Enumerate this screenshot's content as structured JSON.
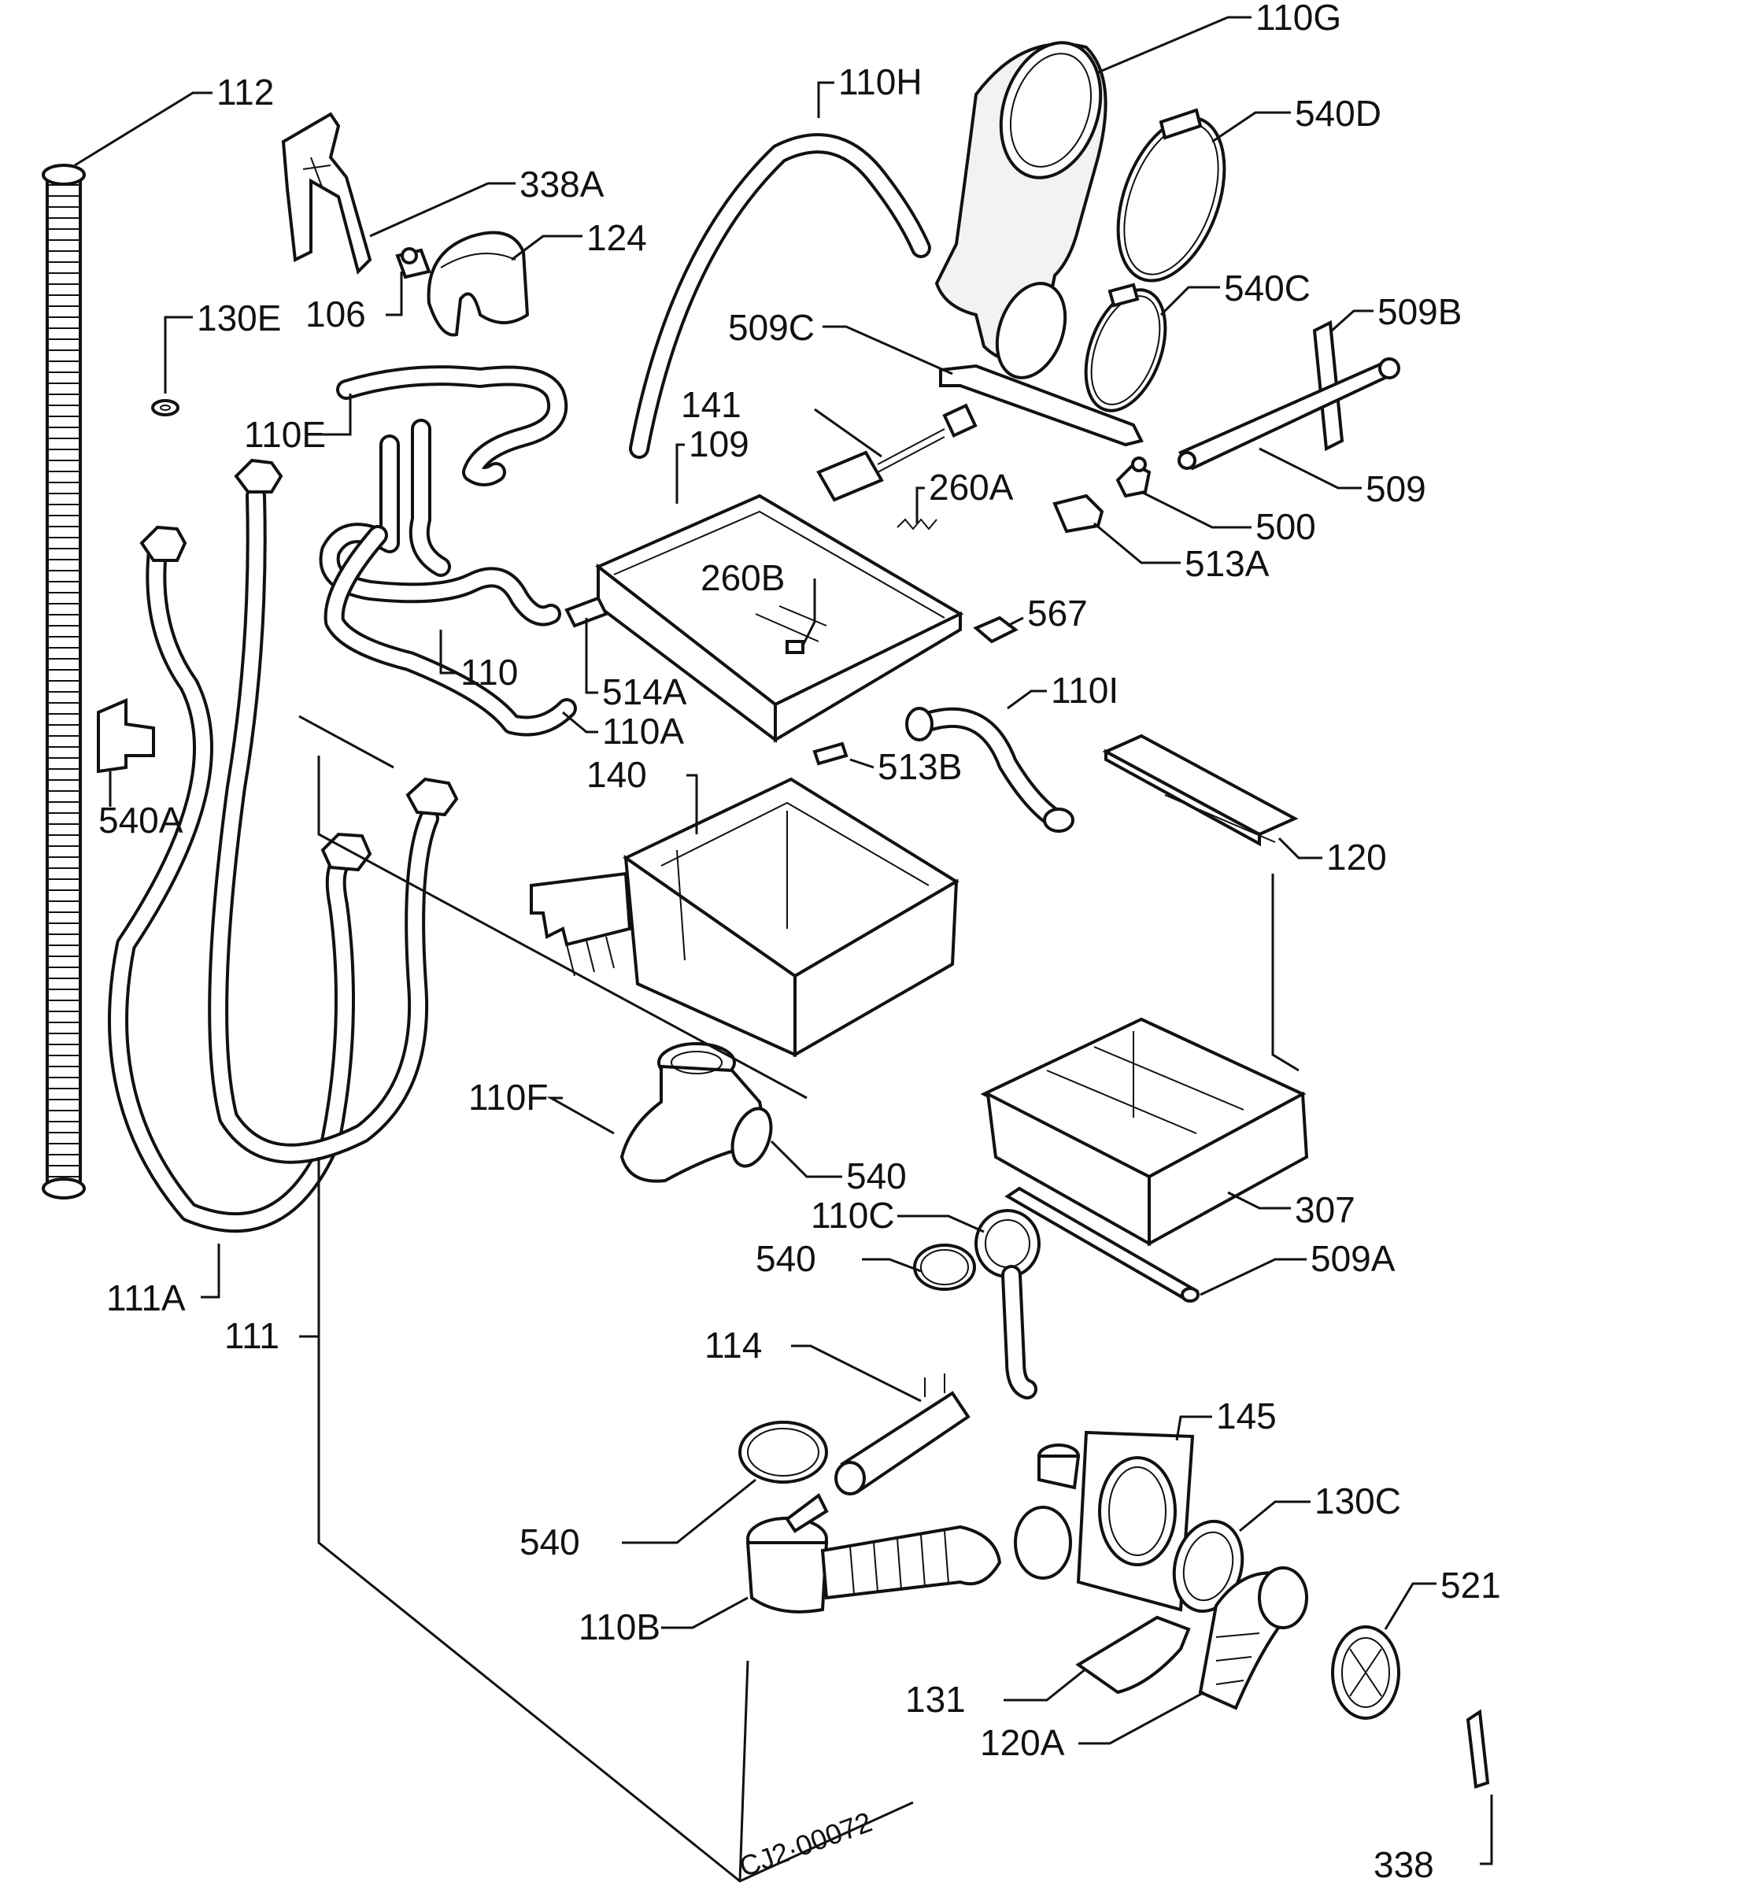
{
  "labels": {
    "p112": "112",
    "p338a": "338A",
    "p124": "124",
    "p106": "106",
    "p130e": "130E",
    "p110e": "110E",
    "p110h": "110H",
    "p110g": "110G",
    "p540d": "540D",
    "p540c": "540C",
    "p509c": "509C",
    "p509b": "509B",
    "p141": "141",
    "p109": "109",
    "p260a": "260A",
    "p509": "509",
    "p500": "500",
    "p513a": "513A",
    "p260b": "260B",
    "p567": "567",
    "p110": "110",
    "p514a": "514A",
    "p110a": "110A",
    "p110i": "110I",
    "p540a": "540A",
    "p513b": "513B",
    "p140": "140",
    "p120": "120",
    "p110f": "110F",
    "p540_1": "540",
    "p307": "307",
    "p110c": "110C",
    "p540_2": "540",
    "p509a": "509A",
    "p111a": "111A",
    "p111": "111",
    "p114": "114",
    "p145": "145",
    "p130c": "130C",
    "p540_3": "540",
    "p521": "521",
    "p110b": "110B",
    "p131": "131",
    "p120a": "120A",
    "p338": "338",
    "code": "CJ2·00072"
  }
}
